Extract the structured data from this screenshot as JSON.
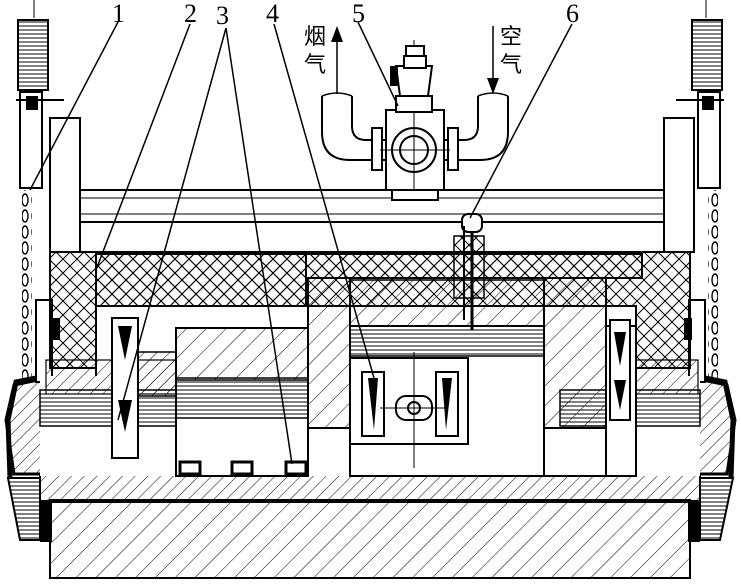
{
  "labels": {
    "callout_1": "1",
    "callout_2": "2",
    "callout_3": "3",
    "callout_4": "4",
    "callout_5": "5",
    "callout_6": "6"
  },
  "flows": {
    "flue_gas_char1": "烟",
    "flue_gas_char2": "气",
    "air_char1": "空",
    "air_char2": "气"
  },
  "colors": {
    "stroke": "#000000",
    "background": "#ffffff"
  }
}
